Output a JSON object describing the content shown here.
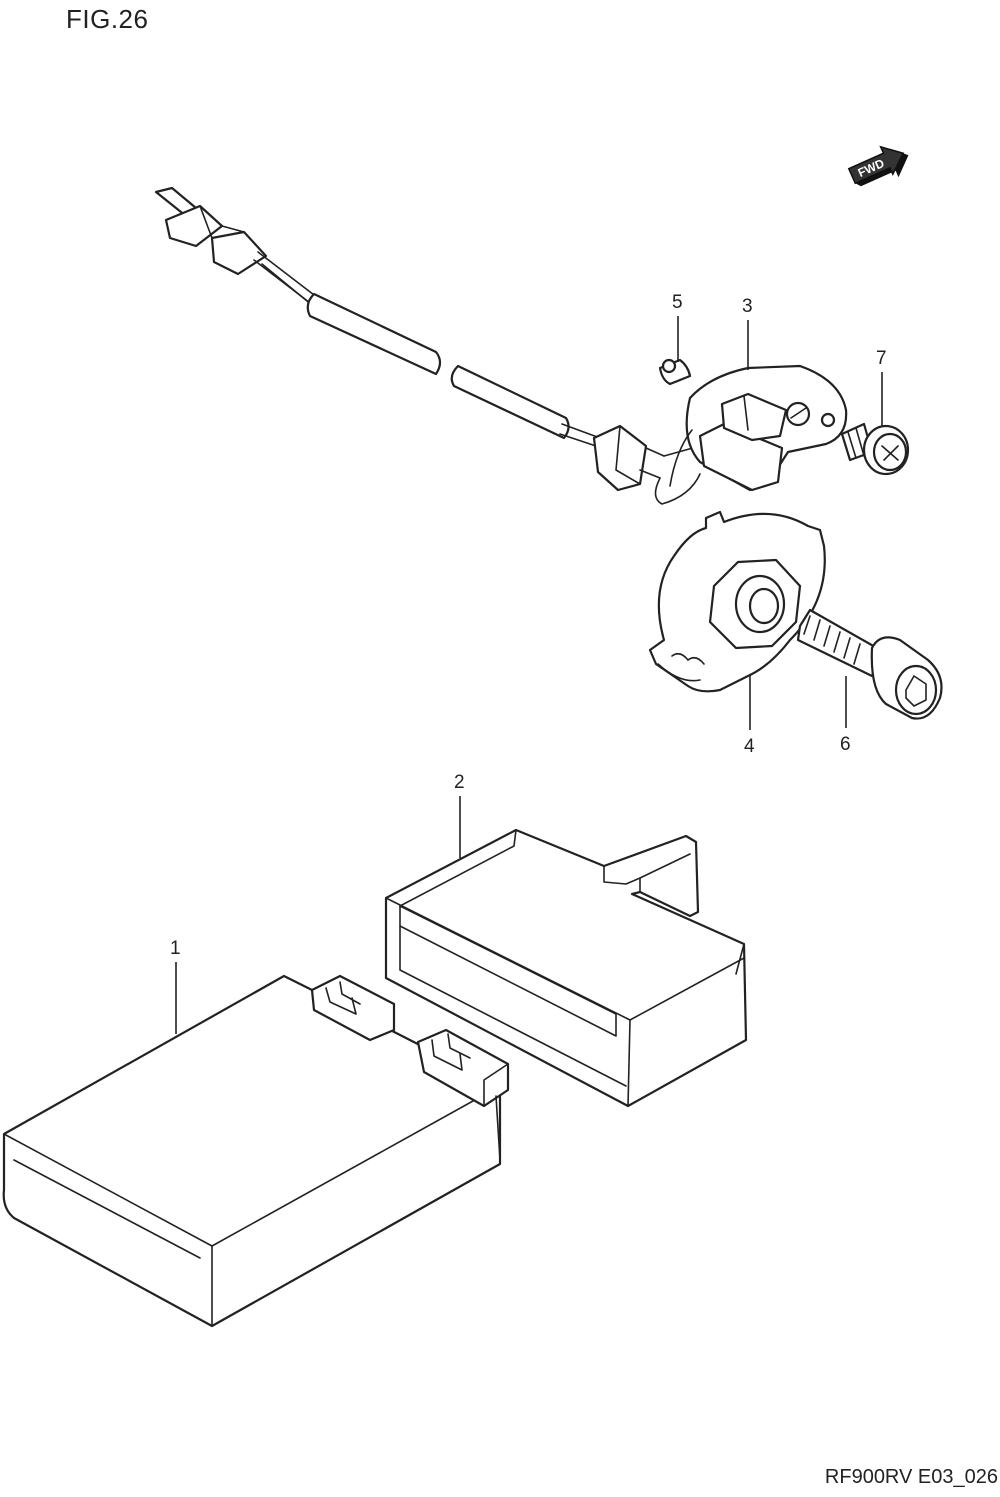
{
  "figure": {
    "title": "FIG.26",
    "drawing_code": "RF900RV E03_026"
  },
  "direction_badge": {
    "label": "FWD",
    "icon": "forward-arrow-icon"
  },
  "callouts": [
    {
      "id": "callout-1",
      "label": "1"
    },
    {
      "id": "callout-2",
      "label": "2"
    },
    {
      "id": "callout-3",
      "label": "3"
    },
    {
      "id": "callout-4",
      "label": "4"
    },
    {
      "id": "callout-5",
      "label": "5"
    },
    {
      "id": "callout-6",
      "label": "6"
    },
    {
      "id": "callout-7",
      "label": "7"
    }
  ]
}
